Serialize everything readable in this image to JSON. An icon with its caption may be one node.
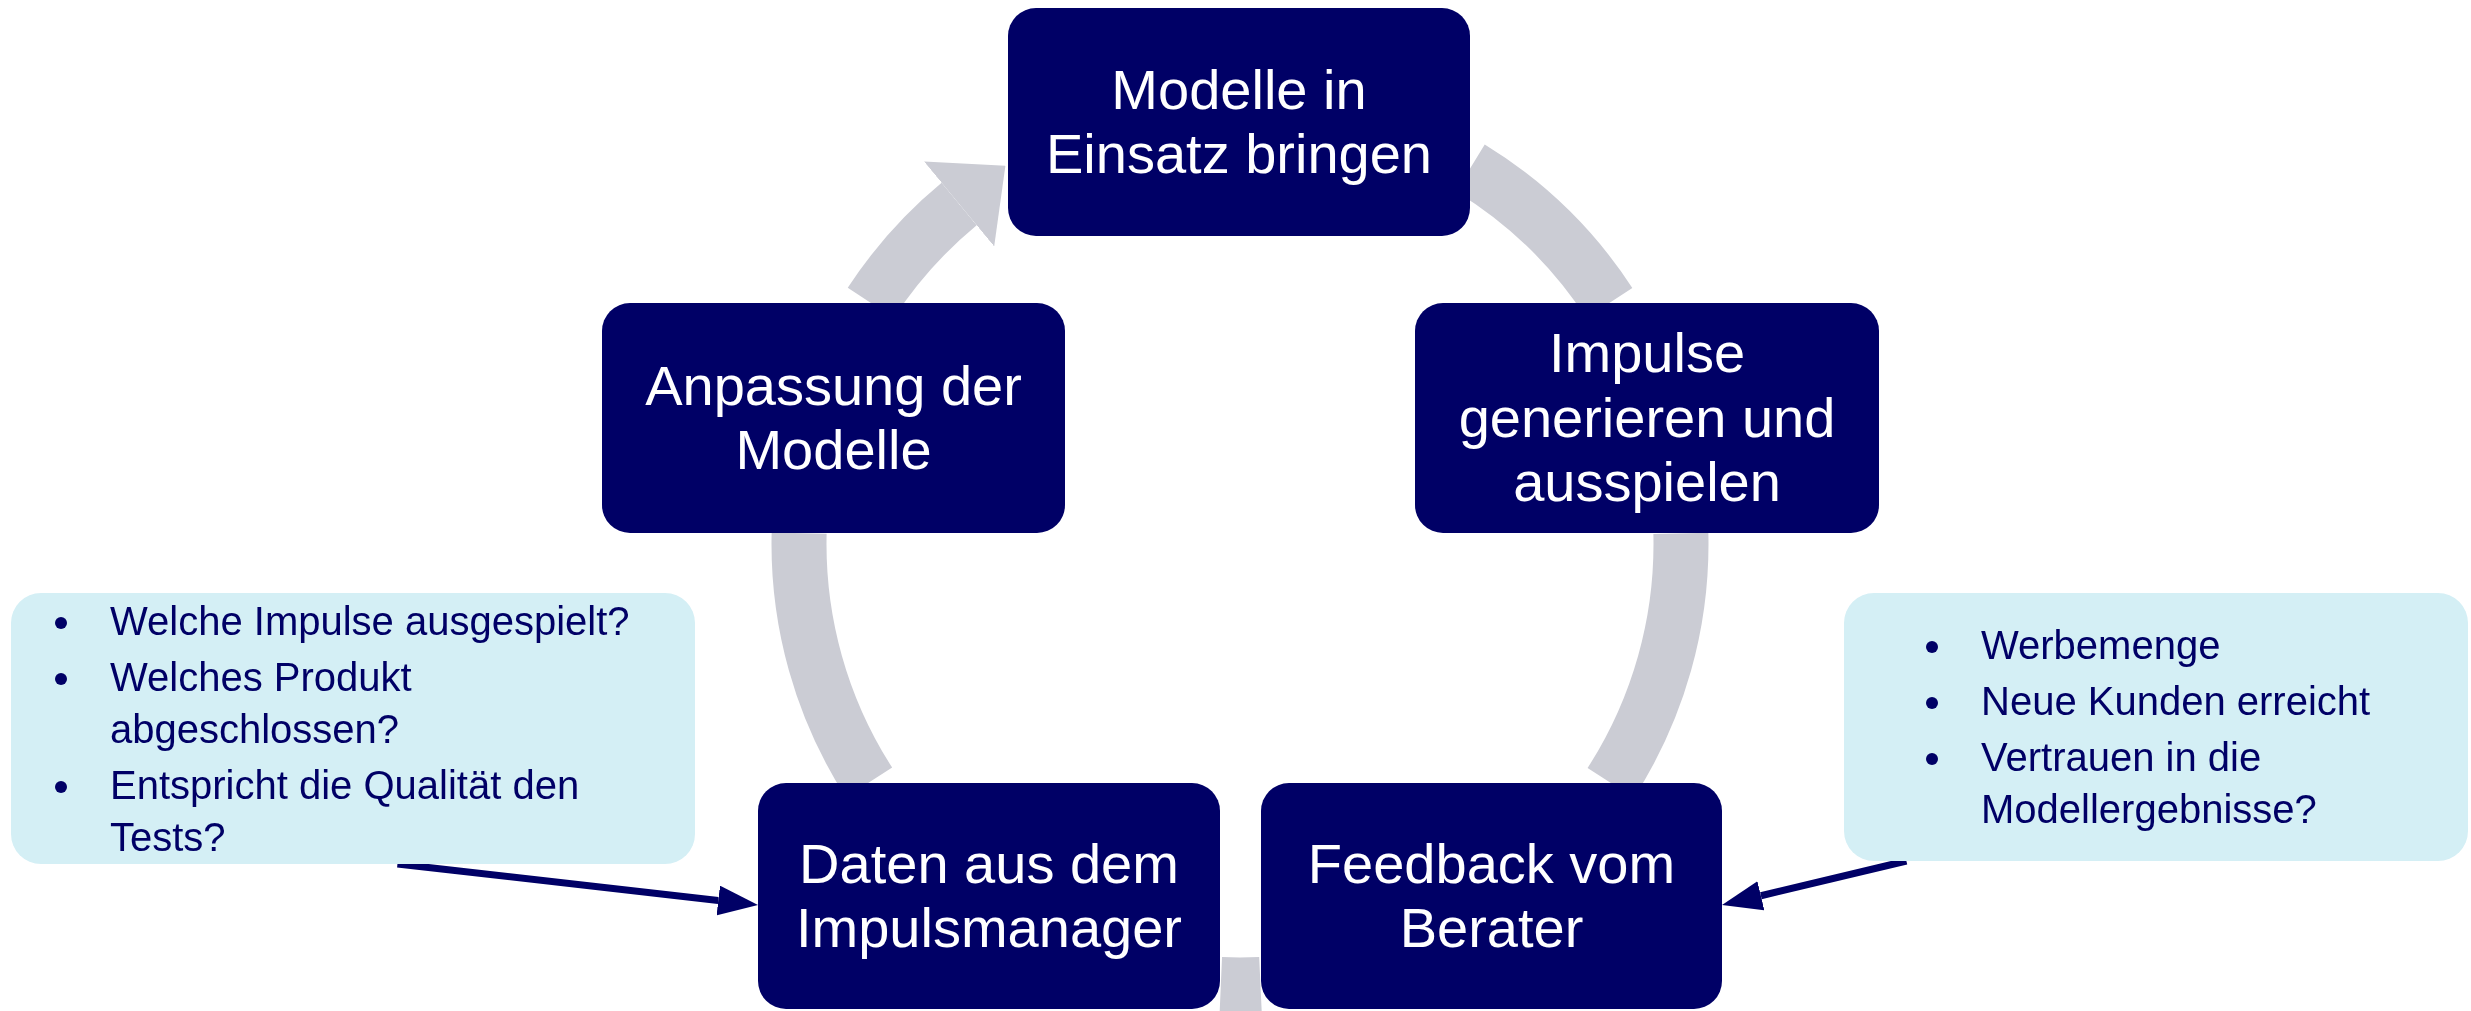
{
  "diagram": {
    "nodes": [
      {
        "text": [
          "Modelle in Einsatz bringen"
        ]
      },
      {
        "text": [
          "Anpassung der Modelle"
        ]
      },
      {
        "text": [
          "Impulse generieren und ausspielen"
        ]
      },
      {
        "text": [
          "Welche Impulse ausgespielt?",
          "Welches Produkt abgeschlossen?",
          "Entspricht die Qualität den Tests?"
        ]
      },
      {
        "text": [
          "Werbemenge",
          "Neue Kunden erreicht",
          "Vertrauen in die Modellergebnisse?"
        ]
      },
      {
        "text": [
          "Daten aus dem Impulsmanager"
        ]
      },
      {
        "text": [
          "Feedback vom Berater"
        ]
      }
    ],
    "edges": [
      {
        "from": 0,
        "to": 2,
        "arrow": "none"
      },
      {
        "from": 2,
        "to": 6,
        "arrow": "none"
      },
      {
        "from": 6,
        "to": 5,
        "arrow": "none"
      },
      {
        "from": 5,
        "to": 1,
        "arrow": "none"
      },
      {
        "from": 1,
        "to": 0,
        "arrow": "to"
      },
      {
        "from": 3,
        "to": 5,
        "arrow": "to",
        "color": "#000066"
      },
      {
        "from": 4,
        "to": 6,
        "arrow": "to",
        "color": "#000066"
      }
    ]
  }
}
